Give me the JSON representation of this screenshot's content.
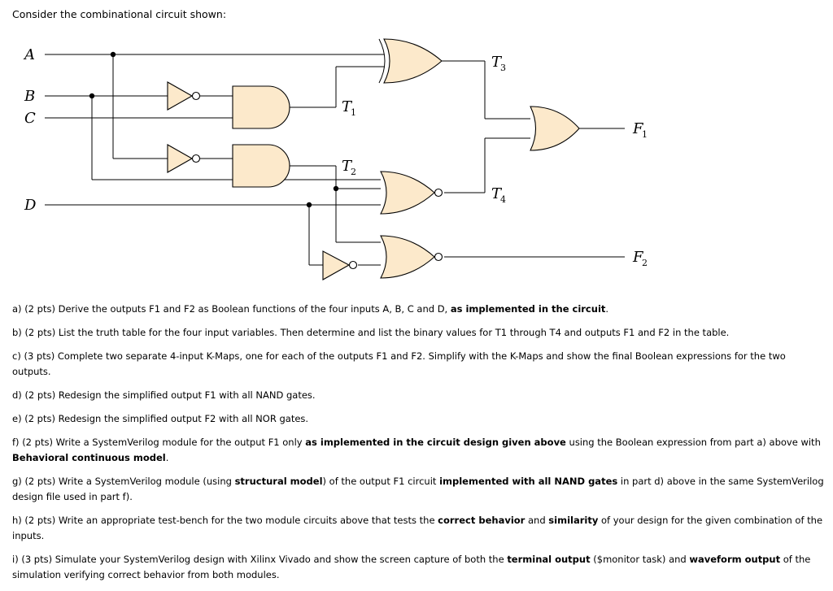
{
  "intro": "Consider the combinational circuit shown:",
  "labels": {
    "A": "A",
    "B": "B",
    "C": "C",
    "D": "D",
    "T1": {
      "base": "T",
      "sub": "1"
    },
    "T2": {
      "base": "T",
      "sub": "2"
    },
    "T3": {
      "base": "T",
      "sub": "3"
    },
    "T4": {
      "base": "T",
      "sub": "4"
    },
    "F1": {
      "base": "F",
      "sub": "1"
    },
    "F2": {
      "base": "F",
      "sub": "2"
    }
  },
  "colors": {
    "gate_fill": "#FCE9CB"
  },
  "questions": [
    {
      "id": "a",
      "segments": [
        {
          "text": "a) (2 pts) Derive the outputs F1 and F2 as Boolean functions of the four inputs A, B, C and D, ",
          "bold": false
        },
        {
          "text": "as implemented in the circuit",
          "bold": true
        },
        {
          "text": ".",
          "bold": false
        }
      ]
    },
    {
      "id": "b",
      "segments": [
        {
          "text": "b) (2 pts) List the truth table for the four input variables. Then determine and list the binary values for T1 through T4 and outputs F1 and F2 in the table.",
          "bold": false
        }
      ]
    },
    {
      "id": "c",
      "segments": [
        {
          "text": "c) (3 pts) Complete two separate 4-input K-Maps, one for each of the outputs F1 and F2. Simplify with the K-Maps and show the final Boolean expressions for the two outputs.",
          "bold": false
        }
      ]
    },
    {
      "id": "d",
      "segments": [
        {
          "text": "d) (2 pts) Redesign the simplified output F1 with all NAND gates.",
          "bold": false
        }
      ]
    },
    {
      "id": "e",
      "segments": [
        {
          "text": "e) (2 pts) Redesign the simplified output F2 with all NOR gates.",
          "bold": false
        }
      ]
    },
    {
      "id": "f",
      "segments": [
        {
          "text": "f) (2 pts) Write a SystemVerilog module for the output F1 only ",
          "bold": false
        },
        {
          "text": "as implemented in the circuit design given above",
          "bold": true
        },
        {
          "text": " using the Boolean expression from part a) above with ",
          "bold": false
        },
        {
          "text": "Behavioral continuous model",
          "bold": true
        },
        {
          "text": ".",
          "bold": false
        }
      ]
    },
    {
      "id": "g",
      "segments": [
        {
          "text": "g) (2 pts) Write a SystemVerilog module (using ",
          "bold": false
        },
        {
          "text": "structural model",
          "bold": true
        },
        {
          "text": ") of the output F1 circuit ",
          "bold": false
        },
        {
          "text": "implemented with all NAND gates",
          "bold": true
        },
        {
          "text": " in part d) above in the same SystemVerilog design file used in part f).",
          "bold": false
        }
      ]
    },
    {
      "id": "h",
      "segments": [
        {
          "text": "h) (2 pts) Write an appropriate test-bench for the two module circuits above that tests the ",
          "bold": false
        },
        {
          "text": "correct behavior",
          "bold": true
        },
        {
          "text": " and ",
          "bold": false
        },
        {
          "text": "similarity",
          "bold": true
        },
        {
          "text": " of your design for the given combination of the inputs.",
          "bold": false
        }
      ]
    },
    {
      "id": "i",
      "segments": [
        {
          "text": "i) (3 pts) Simulate your SystemVerilog design with Xilinx Vivado and show the screen capture of both the ",
          "bold": false
        },
        {
          "text": "terminal output",
          "bold": true
        },
        {
          "text": " ($monitor task) and ",
          "bold": false
        },
        {
          "text": "waveform output",
          "bold": true
        },
        {
          "text": " of the simulation verifying correct behavior from both modules.",
          "bold": false
        }
      ]
    }
  ]
}
